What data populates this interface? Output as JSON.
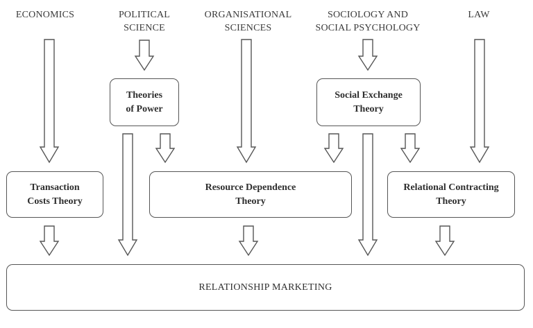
{
  "disciplines": {
    "economics": "ECONOMICS",
    "political_1": "POLITICAL",
    "political_2": "SCIENCE",
    "organisational_1": "ORGANISATIONAL",
    "organisational_2": "SCIENCES",
    "sociology_1": "SOCIOLOGY AND",
    "sociology_2": "SOCIAL PSYCHOLOGY",
    "law": "LAW"
  },
  "theories": {
    "power_1": "Theories",
    "power_2": "of Power",
    "social_1": "Social Exchange",
    "social_2": "Theory",
    "transaction_1": "Transaction",
    "transaction_2": "Costs Theory",
    "resource_1": "Resource Dependence",
    "resource_2": "Theory",
    "relational_1": "Relational Contracting",
    "relational_2": "Theory"
  },
  "outcome": {
    "label": "RELATIONSHIP MARKETING"
  }
}
